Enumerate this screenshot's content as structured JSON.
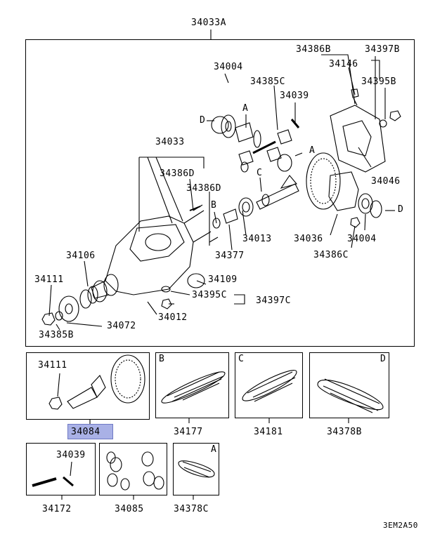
{
  "diagram_code": "3EM2A50",
  "main_assembly": "34033A",
  "main_labels": {
    "l34004a": "34004",
    "l34386b": "34386B",
    "l34397b": "34397B",
    "l34146": "34146",
    "l34395b": "34395B",
    "l34385c": "34385C",
    "l34039": "34039",
    "lD1": "D",
    "lA1": "A",
    "l34033": "34033",
    "l34386d1": "34386D",
    "l34386d2": "34386D",
    "lC1": "C",
    "lA2": "A",
    "l34046": "34046",
    "lB1": "B",
    "lD2": "D",
    "l34013": "34013",
    "l34036": "34036",
    "l34004b": "34004",
    "l34106": "34106",
    "l34377": "34377",
    "l34386c": "34386C",
    "l34111": "34111",
    "l34109": "34109",
    "l34395c": "34395C",
    "l34397c": "34397C",
    "l34072": "34072",
    "l34012": "34012",
    "l34385b": "34385B"
  },
  "kits": {
    "k34084": {
      "inner": "34111",
      "part": "34084"
    },
    "k34177": {
      "letter": "B",
      "part": "34177"
    },
    "k34181": {
      "letter": "C",
      "part": "34181"
    },
    "k34378b": {
      "letter": "D",
      "part": "34378B"
    },
    "k34172": {
      "inner": "34039",
      "part": "34172"
    },
    "k34085": {
      "part": "34085"
    },
    "k34378c": {
      "letter": "A",
      "part": "34378C"
    }
  }
}
